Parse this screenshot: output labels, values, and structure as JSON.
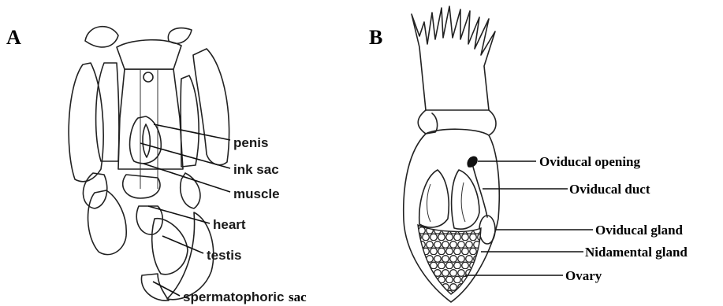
{
  "panels": {
    "a": {
      "letter": "A",
      "labels": {
        "penis": "penis",
        "ink_sac": "ink sac",
        "muscle": "muscle",
        "heart": "heart",
        "testis": "testis",
        "spermatophoric": "spermatophoric",
        "sac": "sac"
      }
    },
    "b": {
      "letter": "B",
      "labels": {
        "oviducal_opening": "Oviducal opening",
        "oviducal_duct": "Oviducal duct",
        "oviducal_gland": "Oviducal gland",
        "nidamental_gland": "Nidamental gland",
        "ovary": "Ovary"
      }
    }
  }
}
